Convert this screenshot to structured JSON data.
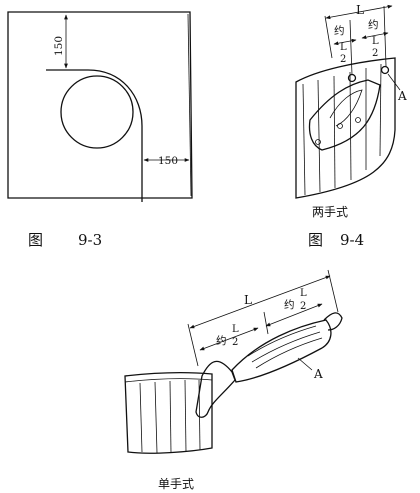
{
  "fig93": {
    "caption_prefix": "图",
    "caption_number": "9-3",
    "dim_top": "150",
    "dim_right": "150"
  },
  "fig94": {
    "caption_prefix": "图",
    "caption_number": "9-4",
    "subtitle": "两手式",
    "label_L": "L",
    "label_yue_left": "约",
    "label_yue_right": "约",
    "frac_num": "L",
    "frac_den": "2",
    "label_A": "A"
  },
  "fig_single": {
    "subtitle": "单手式",
    "label_L": "L",
    "label_yue_left": "约",
    "label_yue_right": "约",
    "frac_num": "L",
    "frac_den": "2",
    "label_A": "A"
  }
}
